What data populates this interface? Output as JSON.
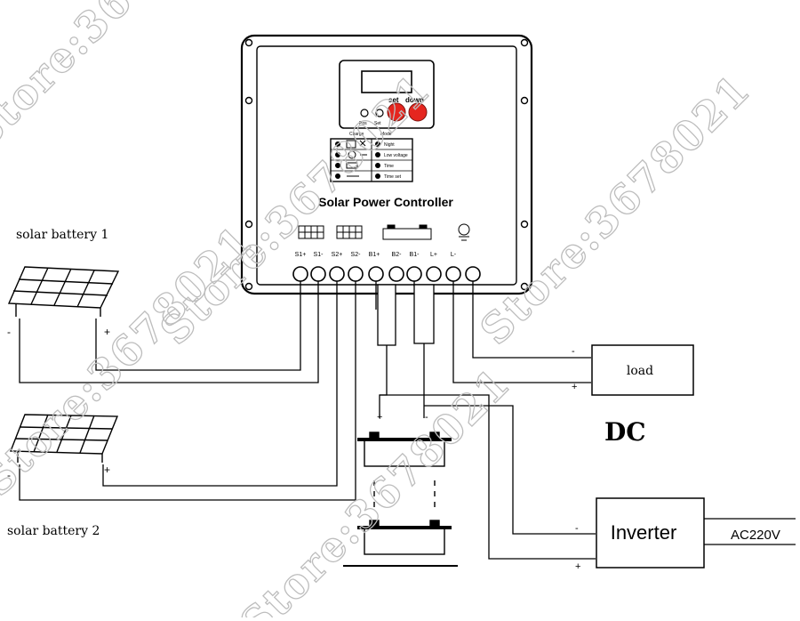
{
  "controller": {
    "title": "Solar Power Controller",
    "buttons": {
      "set_label": "set",
      "down_label": "down",
      "small_left": "Pos",
      "small_right": "Set"
    },
    "indicator_headers": {
      "left": "Charge",
      "right": "Mode"
    },
    "indicator_rows": [
      {
        "right": "Night"
      },
      {
        "right": "Low voltage"
      },
      {
        "right": "Time"
      },
      {
        "right": "Time set"
      }
    ],
    "terminals": [
      "S1+",
      "S1-",
      "S2+",
      "S2-",
      "B1+",
      "B2-",
      "B1-",
      "L+",
      "L-"
    ]
  },
  "labels": {
    "solar_battery_1": "solar battery 1",
    "solar_battery_2": "solar battery 2",
    "load": "load",
    "dc": "DC",
    "inverter": "Inverter",
    "ac": "AC220V",
    "minus": "-",
    "plus": "+"
  },
  "watermark": {
    "text": "Store:3678021"
  },
  "colors": {
    "button_red": "#e5261f",
    "line": "#000000",
    "watermark": "#bdbdbd"
  }
}
